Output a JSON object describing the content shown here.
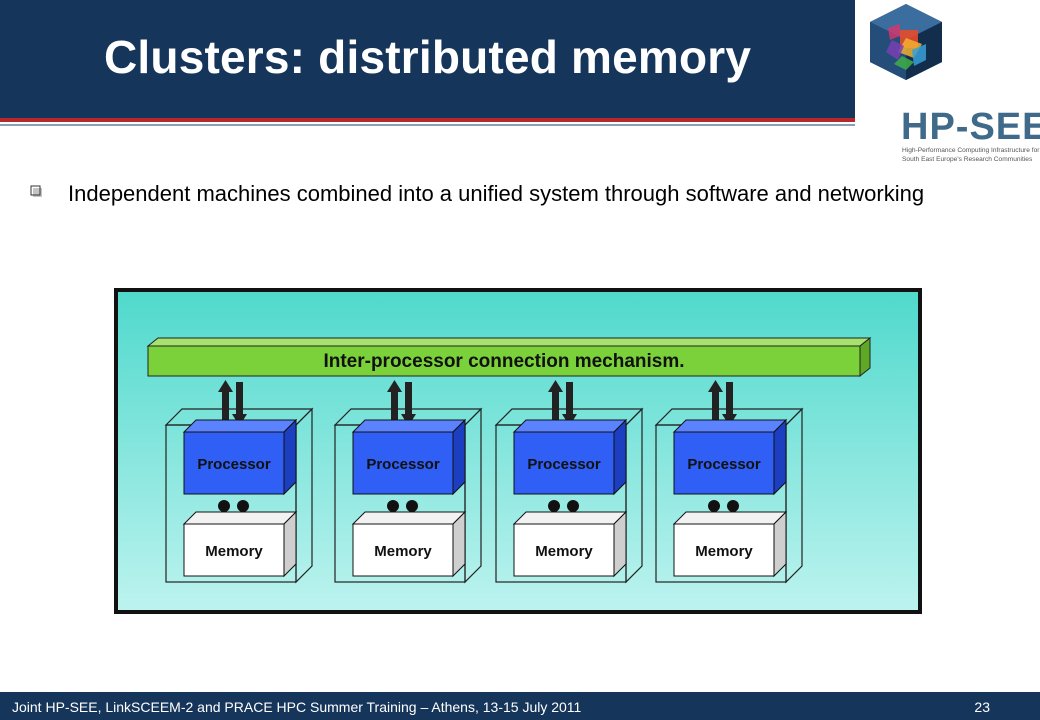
{
  "slide": {
    "title": "Clusters: distributed memory",
    "bullets": [
      "Independent machines combined into a unified system through software and networking"
    ]
  },
  "logo": {
    "name": "HP-SEE",
    "subtitle": "High-Performance Computing Infrastructure for South East Europe's Research Communities"
  },
  "diagram": {
    "bus_label": "Inter-processor connection mechanism.",
    "nodes": [
      {
        "processor": "Processor",
        "memory": "Memory"
      },
      {
        "processor": "Processor",
        "memory": "Memory"
      },
      {
        "processor": "Processor",
        "memory": "Memory"
      },
      {
        "processor": "Processor",
        "memory": "Memory"
      }
    ]
  },
  "footer": {
    "text": "Joint HP-SEE, LinkSCEEM-2 and PRACE HPC Summer Training – Athens, 13-15 July 2011",
    "page": "23"
  },
  "colors": {
    "header_bg": "#15365a",
    "accent_red": "#b5292d",
    "diagram_bg_top": "#4fd9cc",
    "diagram_bg_bottom": "#b8f2ee",
    "bus_green": "#7bd13a",
    "processor_blue": "#2f5ff5"
  }
}
